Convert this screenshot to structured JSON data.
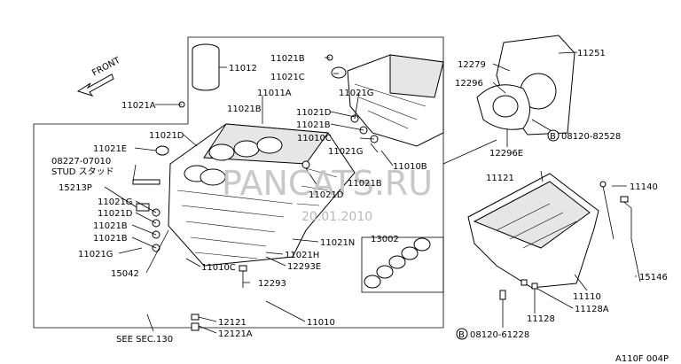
{
  "diagram": {
    "front_label": "FRONT",
    "watermark": "PANCATS.RU",
    "watermark_date": "20.01.2010",
    "code": "A110F 004P",
    "see_sec": "SEE SEC.130",
    "stud_line1": "08227-07010",
    "stud_line2": "STUD スタッド",
    "labels": {
      "p11012": "11012",
      "p11021B_top": "11021B",
      "p11021C": "11021C",
      "p11011A": "11011A",
      "p11021A": "11021A",
      "p11021B_a": "11021B",
      "p11021G_top": "11021G",
      "p11021D_a": "11021D",
      "p11021B_b": "11021B",
      "p11010C": "11010C",
      "p11021D_left": "11021D",
      "p11021E": "11021E",
      "p11021G_mid": "11021G",
      "p11010B": "11010B",
      "p11021B_c": "11021B",
      "p15213P": "15213P",
      "p11021D_mid": "11021D",
      "p11021G_l": "11021G",
      "p11021D_l": "11021D",
      "p11021B_l1": "11021B",
      "p11021B_l2": "11021B",
      "p11021G_l2": "11021G",
      "p11021N": "11021N",
      "p11021H": "11021H",
      "p13002": "13002",
      "p15042": "15042",
      "p11010C_b": "11010C",
      "p12293E": "12293E",
      "p12293": "12293",
      "p11010": "11010",
      "p12121": "12121",
      "p12121A": "12121A",
      "p11251": "11251",
      "p12279": "12279",
      "p12296": "12296",
      "p08120_82528": "08120-82528",
      "p12296E": "12296E",
      "p11121": "11121",
      "p11140": "11140",
      "p15146": "15146",
      "p11110": "11110",
      "p11128A": "11128A",
      "p11128": "11128",
      "p08120_61228": "08120-61228",
      "bolt_b1": "B",
      "bolt_b2": "B"
    }
  }
}
